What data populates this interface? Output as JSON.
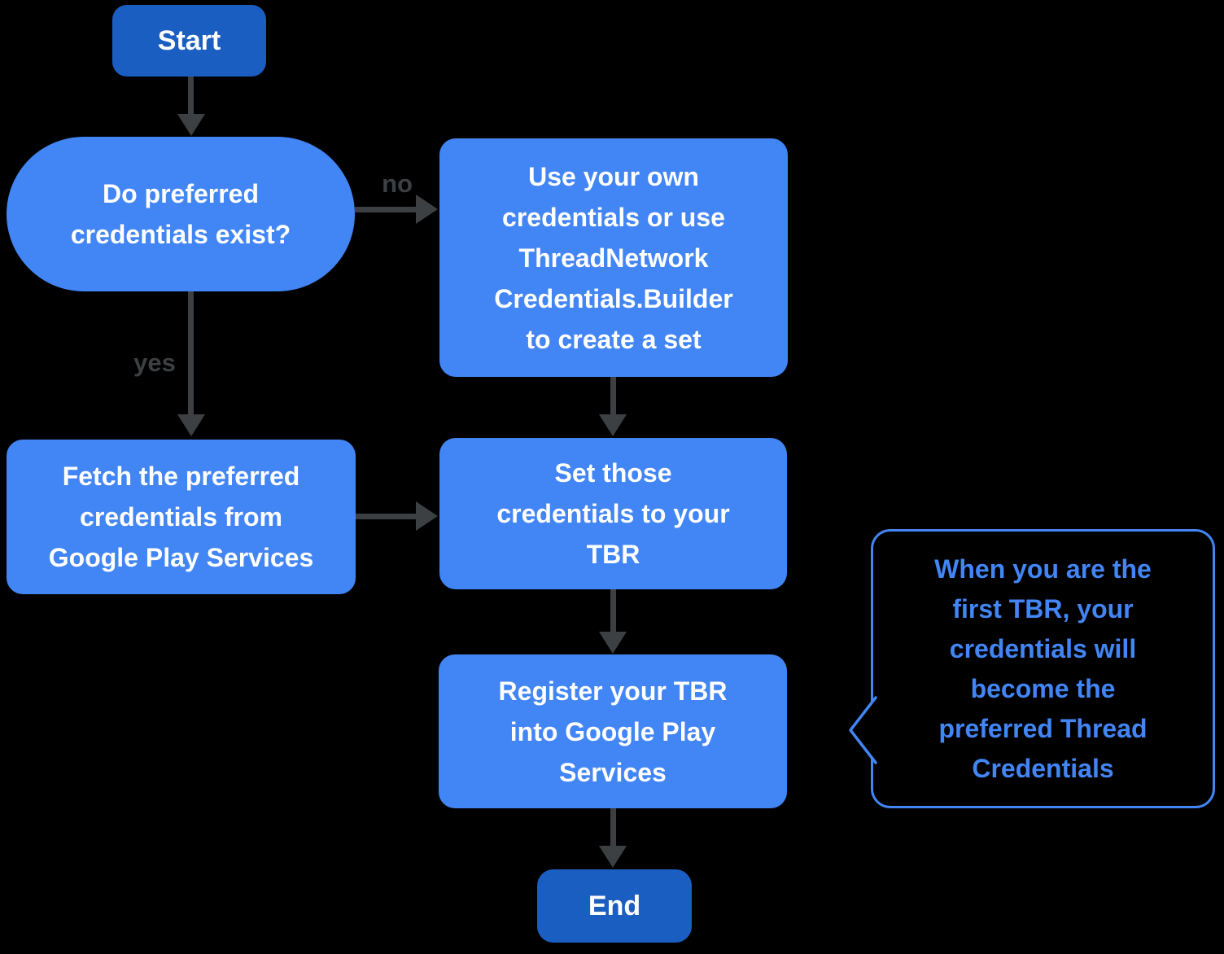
{
  "colors": {
    "nodeFill": "#4285F4",
    "terminalFill": "#1B5EC2",
    "arrow": "#3C4043",
    "callout": "#4285F4",
    "nodeText": "#FFFFFF",
    "background": "#000000"
  },
  "chart_type": "flowchart",
  "nodes": {
    "start": {
      "label": "Start"
    },
    "decision": {
      "label": "Do preferred\ncredentials exist?"
    },
    "use_own": {
      "label": "Use your own\ncredentials or use\nThreadNetwork\nCredentials.Builder\nto create a set"
    },
    "fetch": {
      "label": "Fetch the preferred\ncredentials from\nGoogle Play Services"
    },
    "set_tbr": {
      "label": "Set those\ncredentials to your\nTBR"
    },
    "register": {
      "label": "Register your TBR\ninto Google Play\nServices"
    },
    "end": {
      "label": "End"
    },
    "callout": {
      "label": "When you are the\nfirst TBR, your\ncredentials will\nbecome the\npreferred Thread\nCredentials"
    }
  },
  "edges": {
    "no_label": "no",
    "yes_label": "yes"
  }
}
